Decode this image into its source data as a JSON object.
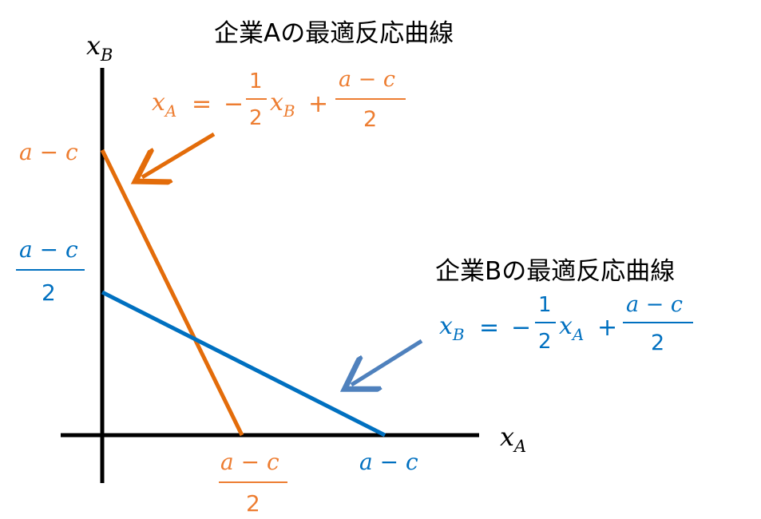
{
  "colors": {
    "firmA_line": "#E36C0A",
    "firmB_line": "#0070C0",
    "firmA_text": "#ED7D31",
    "firmB_text": "#0070C0",
    "arrowB": "#4F81BD",
    "axis": "#000000"
  },
  "axes": {
    "x_label": {
      "var": "x",
      "sub": "A"
    },
    "y_label": {
      "var": "x",
      "sub": "B"
    }
  },
  "firmA": {
    "title": "企業Aの最適反応曲線",
    "eq": {
      "lhs": "x",
      "lhs_sub": "A",
      "eq": "=",
      "minus": "−",
      "frac_num": "1",
      "frac_den": "2",
      "var": "x",
      "var_sub": "B",
      "plus": "+",
      "num": "a − c",
      "den": "2"
    }
  },
  "firmB": {
    "title": "企業Bの最適反応曲線",
    "eq": {
      "lhs": "x",
      "lhs_sub": "B",
      "eq": "=",
      "minus": "−",
      "frac_num": "1",
      "frac_den": "2",
      "var": "x",
      "var_sub": "A",
      "plus": "+",
      "num": "a − c",
      "den": "2"
    }
  },
  "tick_labels": {
    "y_a_minus_c": "a − c",
    "y_half_num": "a − c",
    "y_half_den": "2",
    "x_half_num": "a − c",
    "x_half_den": "2",
    "x_a_minus_c": "a − c"
  }
}
